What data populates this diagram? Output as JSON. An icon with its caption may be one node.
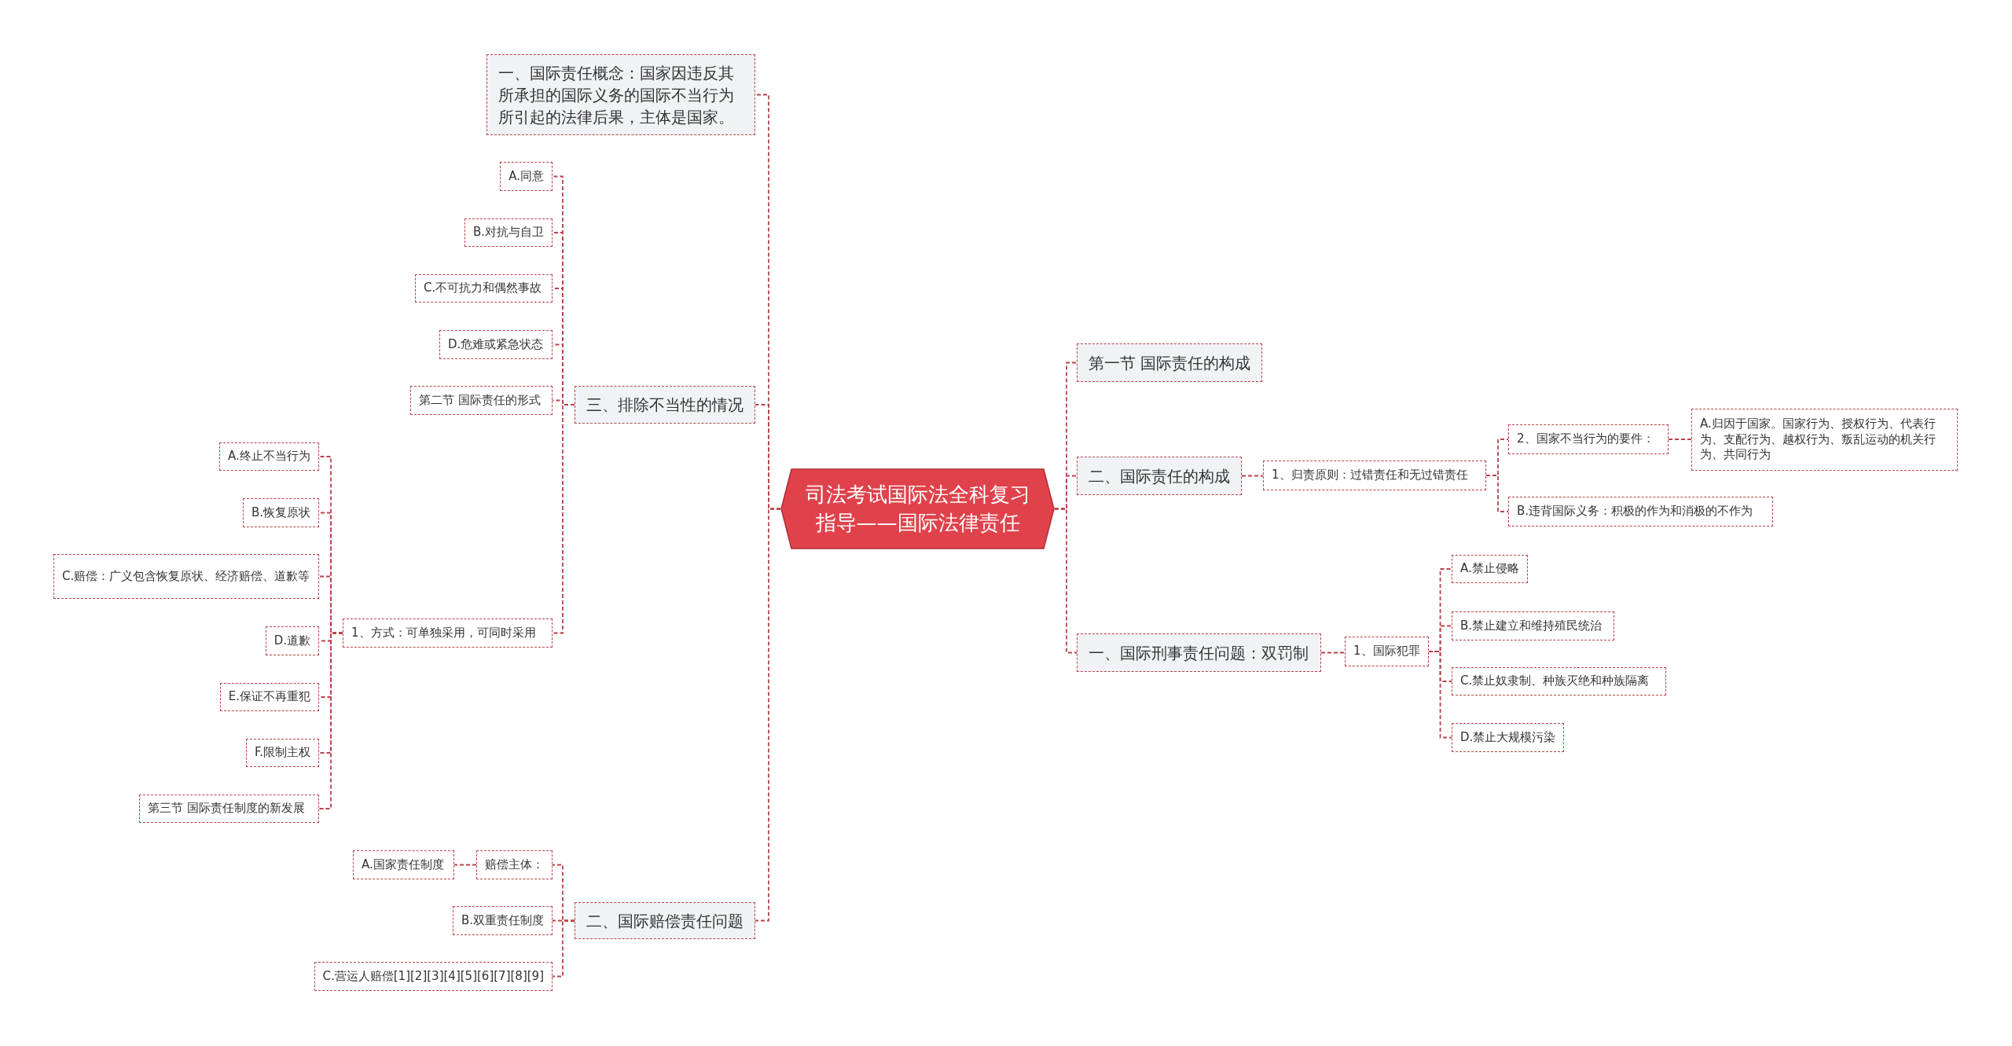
{
  "diagram": {
    "nodes": [
      {
        "text": [
          "司法考试国际法全科复习指导——国际法律责任"
        ]
      },
      {
        "text": [
          "一、国际责任概念：国家因违反其所承担的国际义务的国际不当行为所引起的法律后果，主体是国家。"
        ]
      },
      {
        "text": [
          "三、排除不当性的情况"
        ]
      },
      {
        "text": [
          "A.同意"
        ]
      },
      {
        "text": [
          "B.对抗与自卫"
        ]
      },
      {
        "text": [
          "C.不可抗力和偶然事故"
        ]
      },
      {
        "text": [
          "D.危难或紧急状态"
        ]
      },
      {
        "text": [
          "第二节 国际责任的形式"
        ]
      },
      {
        "text": [
          "1、方式：可单独采用，可同时采用"
        ]
      },
      {
        "text": [
          "A.终止不当行为"
        ]
      },
      {
        "text": [
          "B.恢复原状"
        ]
      },
      {
        "text": [
          "C.赔偿：广义包含恢复原状、经济赔偿、道歉等"
        ]
      },
      {
        "text": [
          "D.道歉"
        ]
      },
      {
        "text": [
          "E.保证不再重犯"
        ]
      },
      {
        "text": [
          "F.限制主权"
        ]
      },
      {
        "text": [
          "第三节 国际责任制度的新发展"
        ]
      },
      {
        "text": [
          "二、国际赔偿责任问题"
        ]
      },
      {
        "text": [
          "赔偿主体："
        ]
      },
      {
        "text": [
          "A.国家责任制度"
        ]
      },
      {
        "text": [
          "B.双重责任制度"
        ]
      },
      {
        "text": [
          "C.营运人赔偿[1][2][3][4][5][6][7][8][9]"
        ]
      },
      {
        "text": [
          "第一节 国际责任的构成"
        ]
      },
      {
        "text": [
          "二、国际责任的构成"
        ]
      },
      {
        "text": [
          "1、归责原则：过错责任和无过错责任"
        ]
      },
      {
        "text": [
          "2、国家不当行为的要件："
        ]
      },
      {
        "text": [
          "A.归因于国家。国家行为、授权行为、代表行为、支配行为、越权行为、叛乱运动的机关行为、共同行为"
        ]
      },
      {
        "text": [
          "B.违背国际义务：积极的作为和消极的不作为"
        ]
      },
      {
        "text": [
          "一、国际刑事责任问题：双罚制"
        ]
      },
      {
        "text": [
          "1、国际犯罪"
        ]
      },
      {
        "text": [
          "A.禁止侵略"
        ]
      },
      {
        "text": [
          "B.禁止建立和维持殖民统治"
        ]
      },
      {
        "text": [
          "C.禁止奴隶制、种族灭绝和种族隔离"
        ]
      },
      {
        "text": [
          "D.禁止大规模污染"
        ]
      }
    ],
    "edges": [
      {
        "from": 0,
        "to": 1,
        "arrow": "none"
      },
      {
        "from": 0,
        "to": 2,
        "arrow": "none"
      },
      {
        "from": 0,
        "to": 16,
        "arrow": "none"
      },
      {
        "from": 0,
        "to": 21,
        "arrow": "none"
      },
      {
        "from": 0,
        "to": 22,
        "arrow": "none"
      },
      {
        "from": 0,
        "to": 27,
        "arrow": "none"
      },
      {
        "from": 2,
        "to": 3,
        "arrow": "none"
      },
      {
        "from": 2,
        "to": 4,
        "arrow": "none"
      },
      {
        "from": 2,
        "to": 5,
        "arrow": "none"
      },
      {
        "from": 2,
        "to": 6,
        "arrow": "none"
      },
      {
        "from": 2,
        "to": 7,
        "arrow": "none"
      },
      {
        "from": 2,
        "to": 8,
        "arrow": "none"
      },
      {
        "from": 8,
        "to": 9,
        "arrow": "none"
      },
      {
        "from": 8,
        "to": 10,
        "arrow": "none"
      },
      {
        "from": 8,
        "to": 11,
        "arrow": "none"
      },
      {
        "from": 8,
        "to": 12,
        "arrow": "none"
      },
      {
        "from": 8,
        "to": 13,
        "arrow": "none"
      },
      {
        "from": 8,
        "to": 14,
        "arrow": "none"
      },
      {
        "from": 8,
        "to": 15,
        "arrow": "none"
      },
      {
        "from": 16,
        "to": 17,
        "arrow": "none"
      },
      {
        "from": 16,
        "to": 19,
        "arrow": "none"
      },
      {
        "from": 16,
        "to": 20,
        "arrow": "none"
      },
      {
        "from": 17,
        "to": 18,
        "arrow": "none"
      },
      {
        "from": 22,
        "to": 23,
        "arrow": "none"
      },
      {
        "from": 23,
        "to": 24,
        "arrow": "none"
      },
      {
        "from": 23,
        "to": 26,
        "arrow": "none"
      },
      {
        "from": 24,
        "to": 25,
        "arrow": "none"
      },
      {
        "from": 27,
        "to": 28,
        "arrow": "none"
      },
      {
        "from": 28,
        "to": 29,
        "arrow": "none"
      },
      {
        "from": 28,
        "to": 30,
        "arrow": "none"
      },
      {
        "from": 28,
        "to": 31,
        "arrow": "none"
      },
      {
        "from": 28,
        "to": 32,
        "arrow": "none"
      }
    ]
  }
}
